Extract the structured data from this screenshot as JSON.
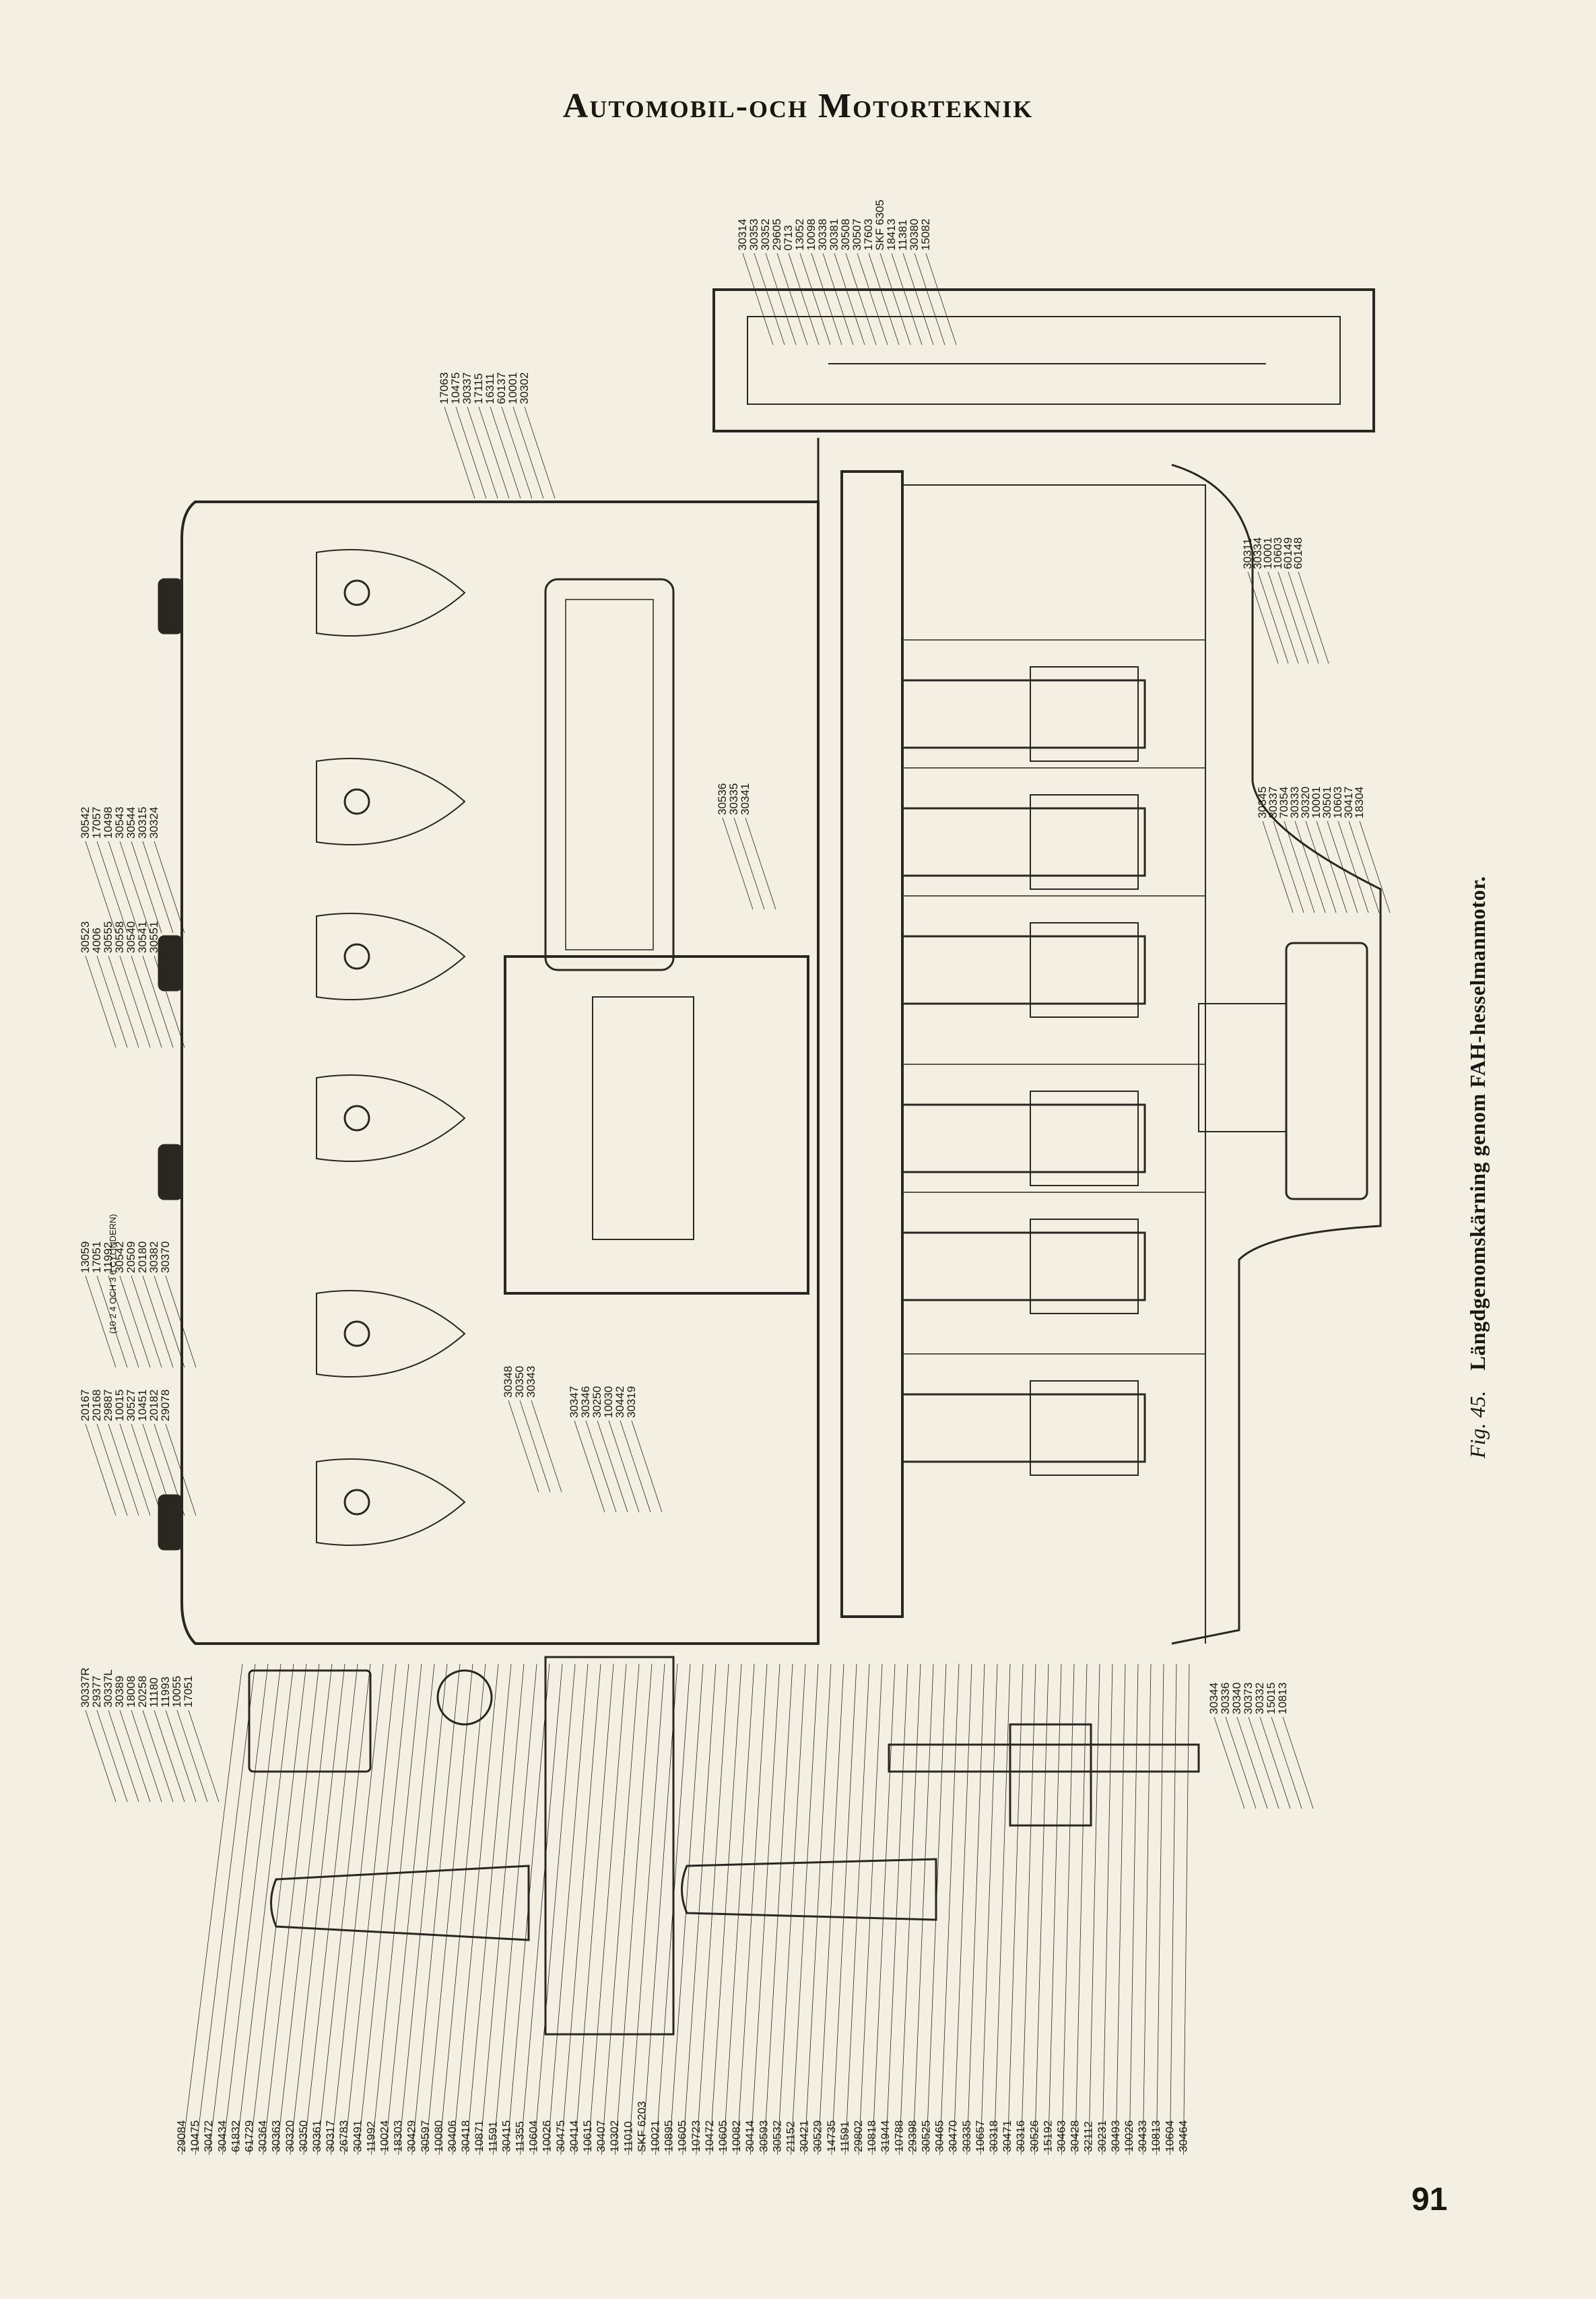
{
  "header": {
    "title": "Automobil-och Motorteknik"
  },
  "caption": {
    "figure": "Fig. 45.",
    "text": "Längdgenomskärning genom FAH-hesselmanmotor."
  },
  "page_number": "91",
  "drawing": {
    "annotation": "(10 2 4 OCH 3 6 CYLINDERN)",
    "callouts": {
      "top_right": [
        "30314",
        "30353",
        "30352",
        "29605",
        "0713",
        "13052",
        "10098",
        "30338",
        "30381",
        "30508",
        "30507",
        "17603",
        "SKF 6305",
        "18413",
        "11381",
        "30380",
        "15082"
      ],
      "top_mid": [
        "17063",
        "10475",
        "30337",
        "17115",
        "16311",
        "60137",
        "10001",
        "30302"
      ],
      "right_upper": [
        "30311",
        "30334",
        "10001",
        "10603",
        "60149",
        "60148"
      ],
      "right_mid": [
        "30345",
        "30337",
        "70354",
        "30333",
        "30320",
        "10001",
        "30501",
        "10603",
        "30417",
        "18304"
      ],
      "right_lower": [
        "30344",
        "30336",
        "30340",
        "30373",
        "30332",
        "15015",
        "10813"
      ],
      "left_1": [
        "30542",
        "17057",
        "10498",
        "30543",
        "30544",
        "30315",
        "30324"
      ],
      "left_2": [
        "30523",
        "4006",
        "30555",
        "30558",
        "30540",
        "30541",
        "30551"
      ],
      "left_3": [
        "13059",
        "17051",
        "11992",
        "30542",
        "20509",
        "20180",
        "30382",
        "30370"
      ],
      "left_4": [
        "20167",
        "20168",
        "29887",
        "10015",
        "30527",
        "10451",
        "20182",
        "29078"
      ],
      "left_5": [
        "30337R",
        "29377",
        "30337L",
        "30389",
        "18008",
        "20258",
        "11180",
        "11993",
        "10055",
        "17051"
      ],
      "center_1": [
        "30536",
        "30335",
        "30341"
      ],
      "center_2": [
        "30348",
        "30350",
        "30343"
      ],
      "center_3": [
        "30347",
        "30346",
        "30250",
        "10030",
        "30442",
        "30319"
      ],
      "bottom": [
        "29084",
        "10475",
        "30472",
        "30434",
        "61832",
        "61729",
        "30364",
        "30363",
        "30320",
        "30350",
        "30361",
        "30317",
        "26783",
        "30491",
        "11992",
        "10024",
        "18303",
        "30429",
        "30597",
        "10080",
        "30406",
        "30418",
        "10871",
        "11591",
        "30415",
        "11355",
        "10604",
        "10026",
        "30475",
        "30414",
        "10615",
        "30407",
        "10302",
        "11010",
        "SKF 6203",
        "10021",
        "10895",
        "10605",
        "10723",
        "10472",
        "10605",
        "10082",
        "30414",
        "30593",
        "30532",
        "21152",
        "30421",
        "30529",
        "14735",
        "11591",
        "29802",
        "10818",
        "31944",
        "10788",
        "29398",
        "30525",
        "30465",
        "30470",
        "30335",
        "10657",
        "30318",
        "30471",
        "30316",
        "30526",
        "15192",
        "30463",
        "30428",
        "32112",
        "30231",
        "30493",
        "10026",
        "30433",
        "10813",
        "10604",
        "30464"
      ]
    }
  },
  "colors": {
    "paper": "#f3efe2",
    "ink": "#1a1712"
  }
}
